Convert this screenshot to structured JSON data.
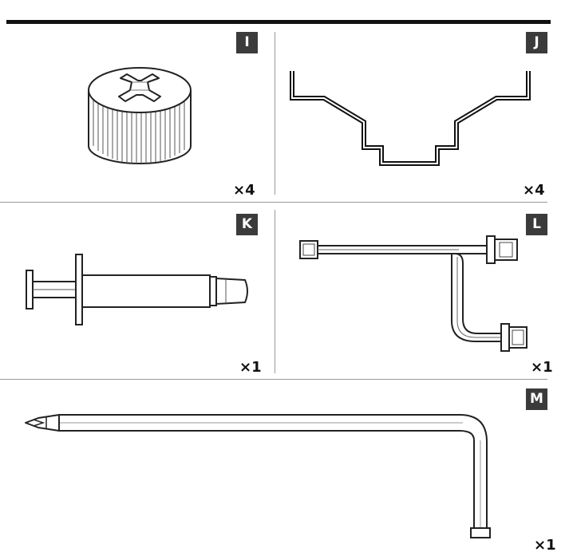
{
  "panels": [
    {
      "label": "I",
      "quantity": "×4",
      "icon": "thumb-nut-icon"
    },
    {
      "label": "J",
      "quantity": "×4",
      "icon": "mounting-bracket-icon"
    },
    {
      "label": "K",
      "quantity": "×1",
      "icon": "thermal-paste-syringe-icon"
    },
    {
      "label": "L",
      "quantity": "×1",
      "icon": "fan-splitter-cable-icon"
    },
    {
      "label": "M",
      "quantity": "×1",
      "icon": "l-screwdriver-icon"
    }
  ]
}
